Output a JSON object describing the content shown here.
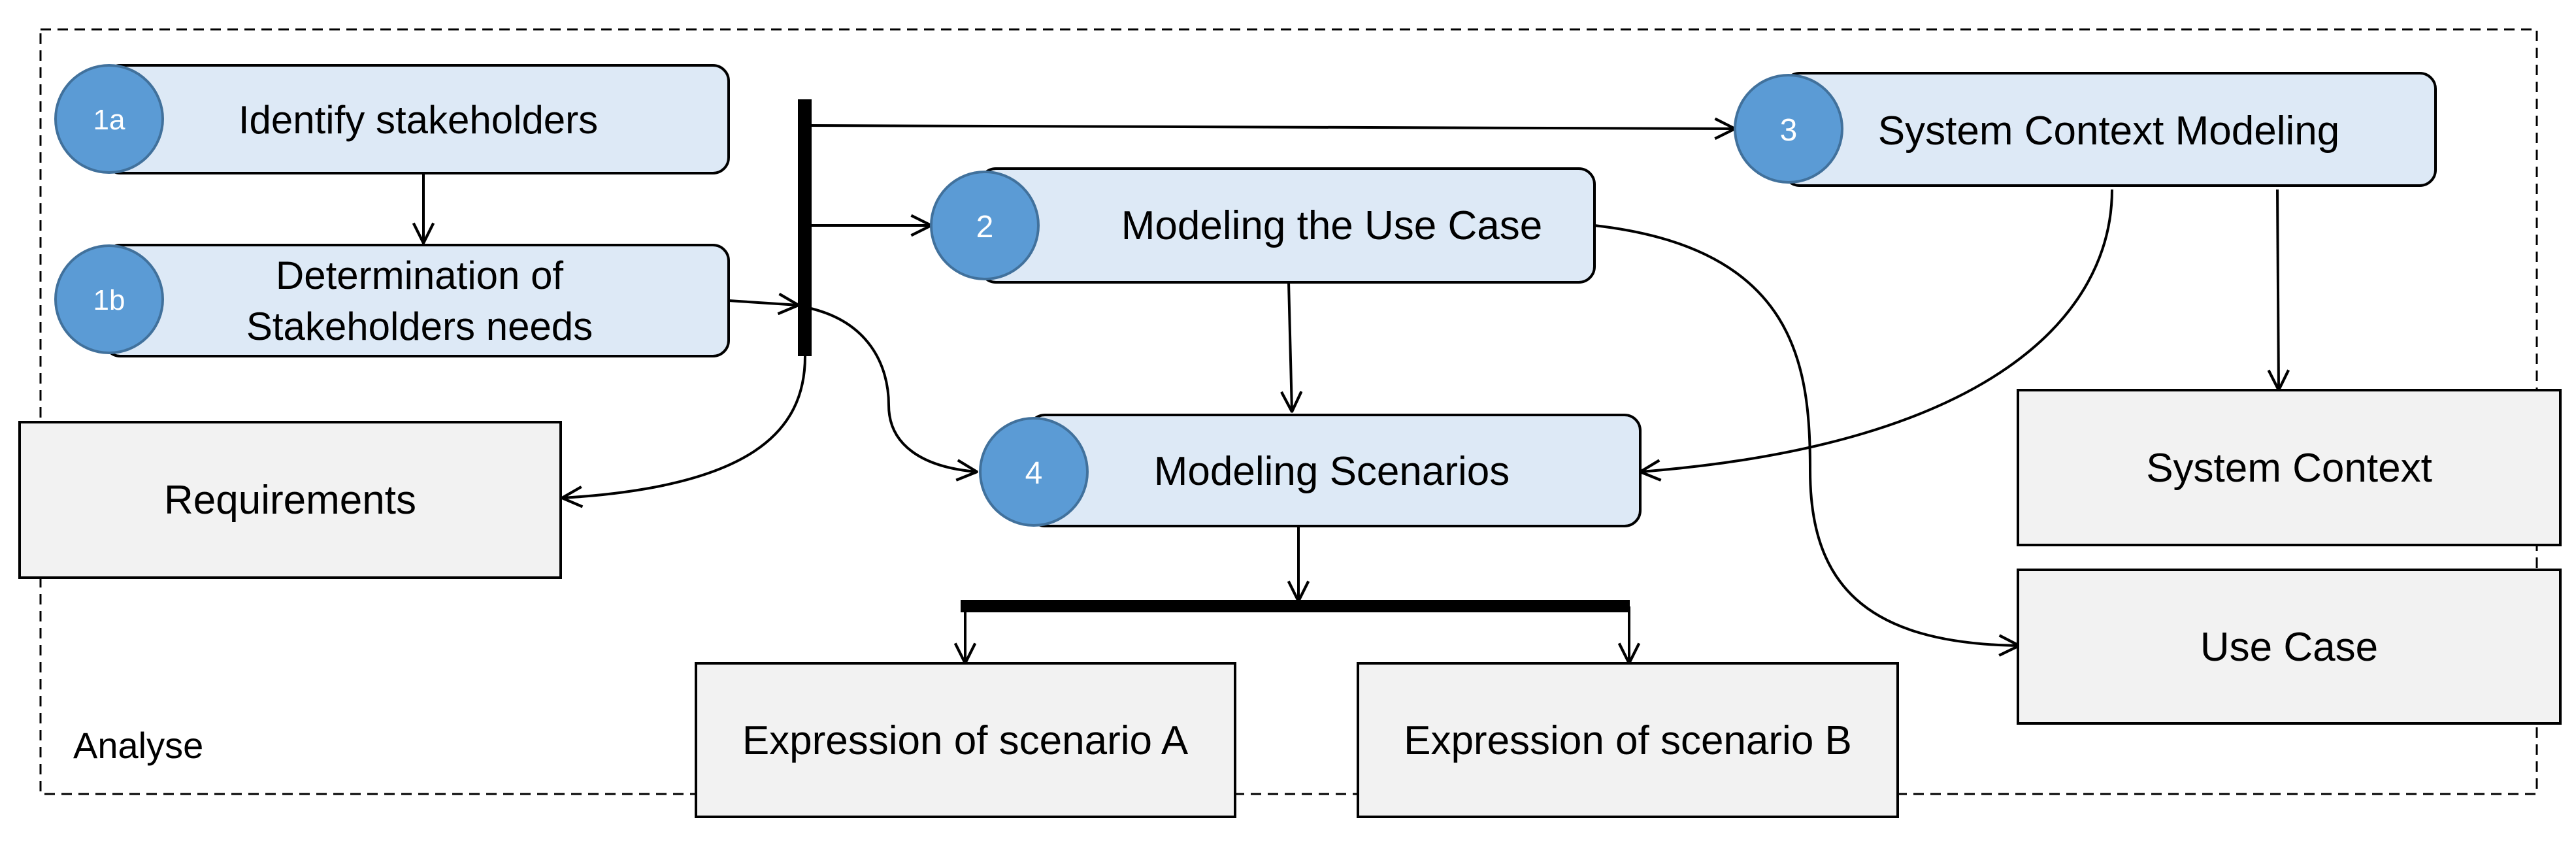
{
  "frame": {
    "label": "Analyse"
  },
  "activities": {
    "a1a": {
      "number": "1a",
      "label": "Identify stakeholders"
    },
    "a1b": {
      "number": "1b",
      "label_line1": "Determination of",
      "label_line2": "Stakeholders needs"
    },
    "a2": {
      "number": "2",
      "label": "Modeling the Use Case"
    },
    "a3": {
      "number": "3",
      "label": "System Context Modeling"
    },
    "a4": {
      "number": "4",
      "label": "Modeling Scenarios"
    }
  },
  "artifacts": {
    "requirements": "Requirements",
    "system_context": "System Context",
    "use_case": "Use Case",
    "scenario_a": "Expression of scenario A",
    "scenario_b": "Expression of scenario B"
  },
  "colors": {
    "activity_fill": "#dde9f6",
    "badge_fill": "#5b9bd5",
    "badge_stroke": "#41719c",
    "artifact_fill": "#f2f2f2",
    "line": "#000000"
  }
}
